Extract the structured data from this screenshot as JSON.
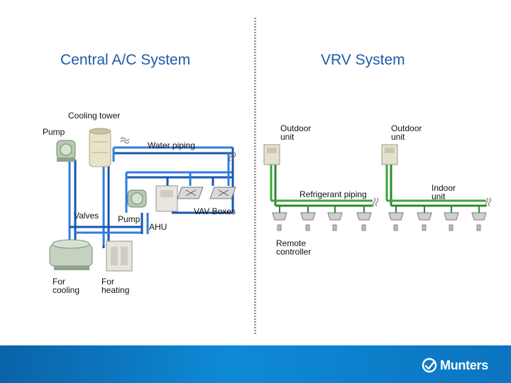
{
  "left_title": "Central A/C System",
  "right_title": "VRV System",
  "left_labels": {
    "cooling_tower": "Cooling tower",
    "pump_top": "Pump",
    "water_piping": "Water piping",
    "valves": "Valves",
    "pump_mid": "Pump",
    "ahu": "AHU",
    "vav_boxes": "VAV Boxes",
    "for_cooling": "For cooling",
    "for_heating": "For heating"
  },
  "right_labels": {
    "outdoor_unit_1": "Outdoor unit",
    "outdoor_unit_2": "Outdoor unit",
    "refrigerant_piping": "Refrigerant piping",
    "indoor_unit": "Indoor unit",
    "remote_controller": "Remote controller"
  },
  "brand": "Munters",
  "colors": {
    "water_pipe": "#1a66cc",
    "refrigerant_pipe": "#3aa63a",
    "title": "#1f5aa8",
    "footer": "#0b78c4"
  }
}
